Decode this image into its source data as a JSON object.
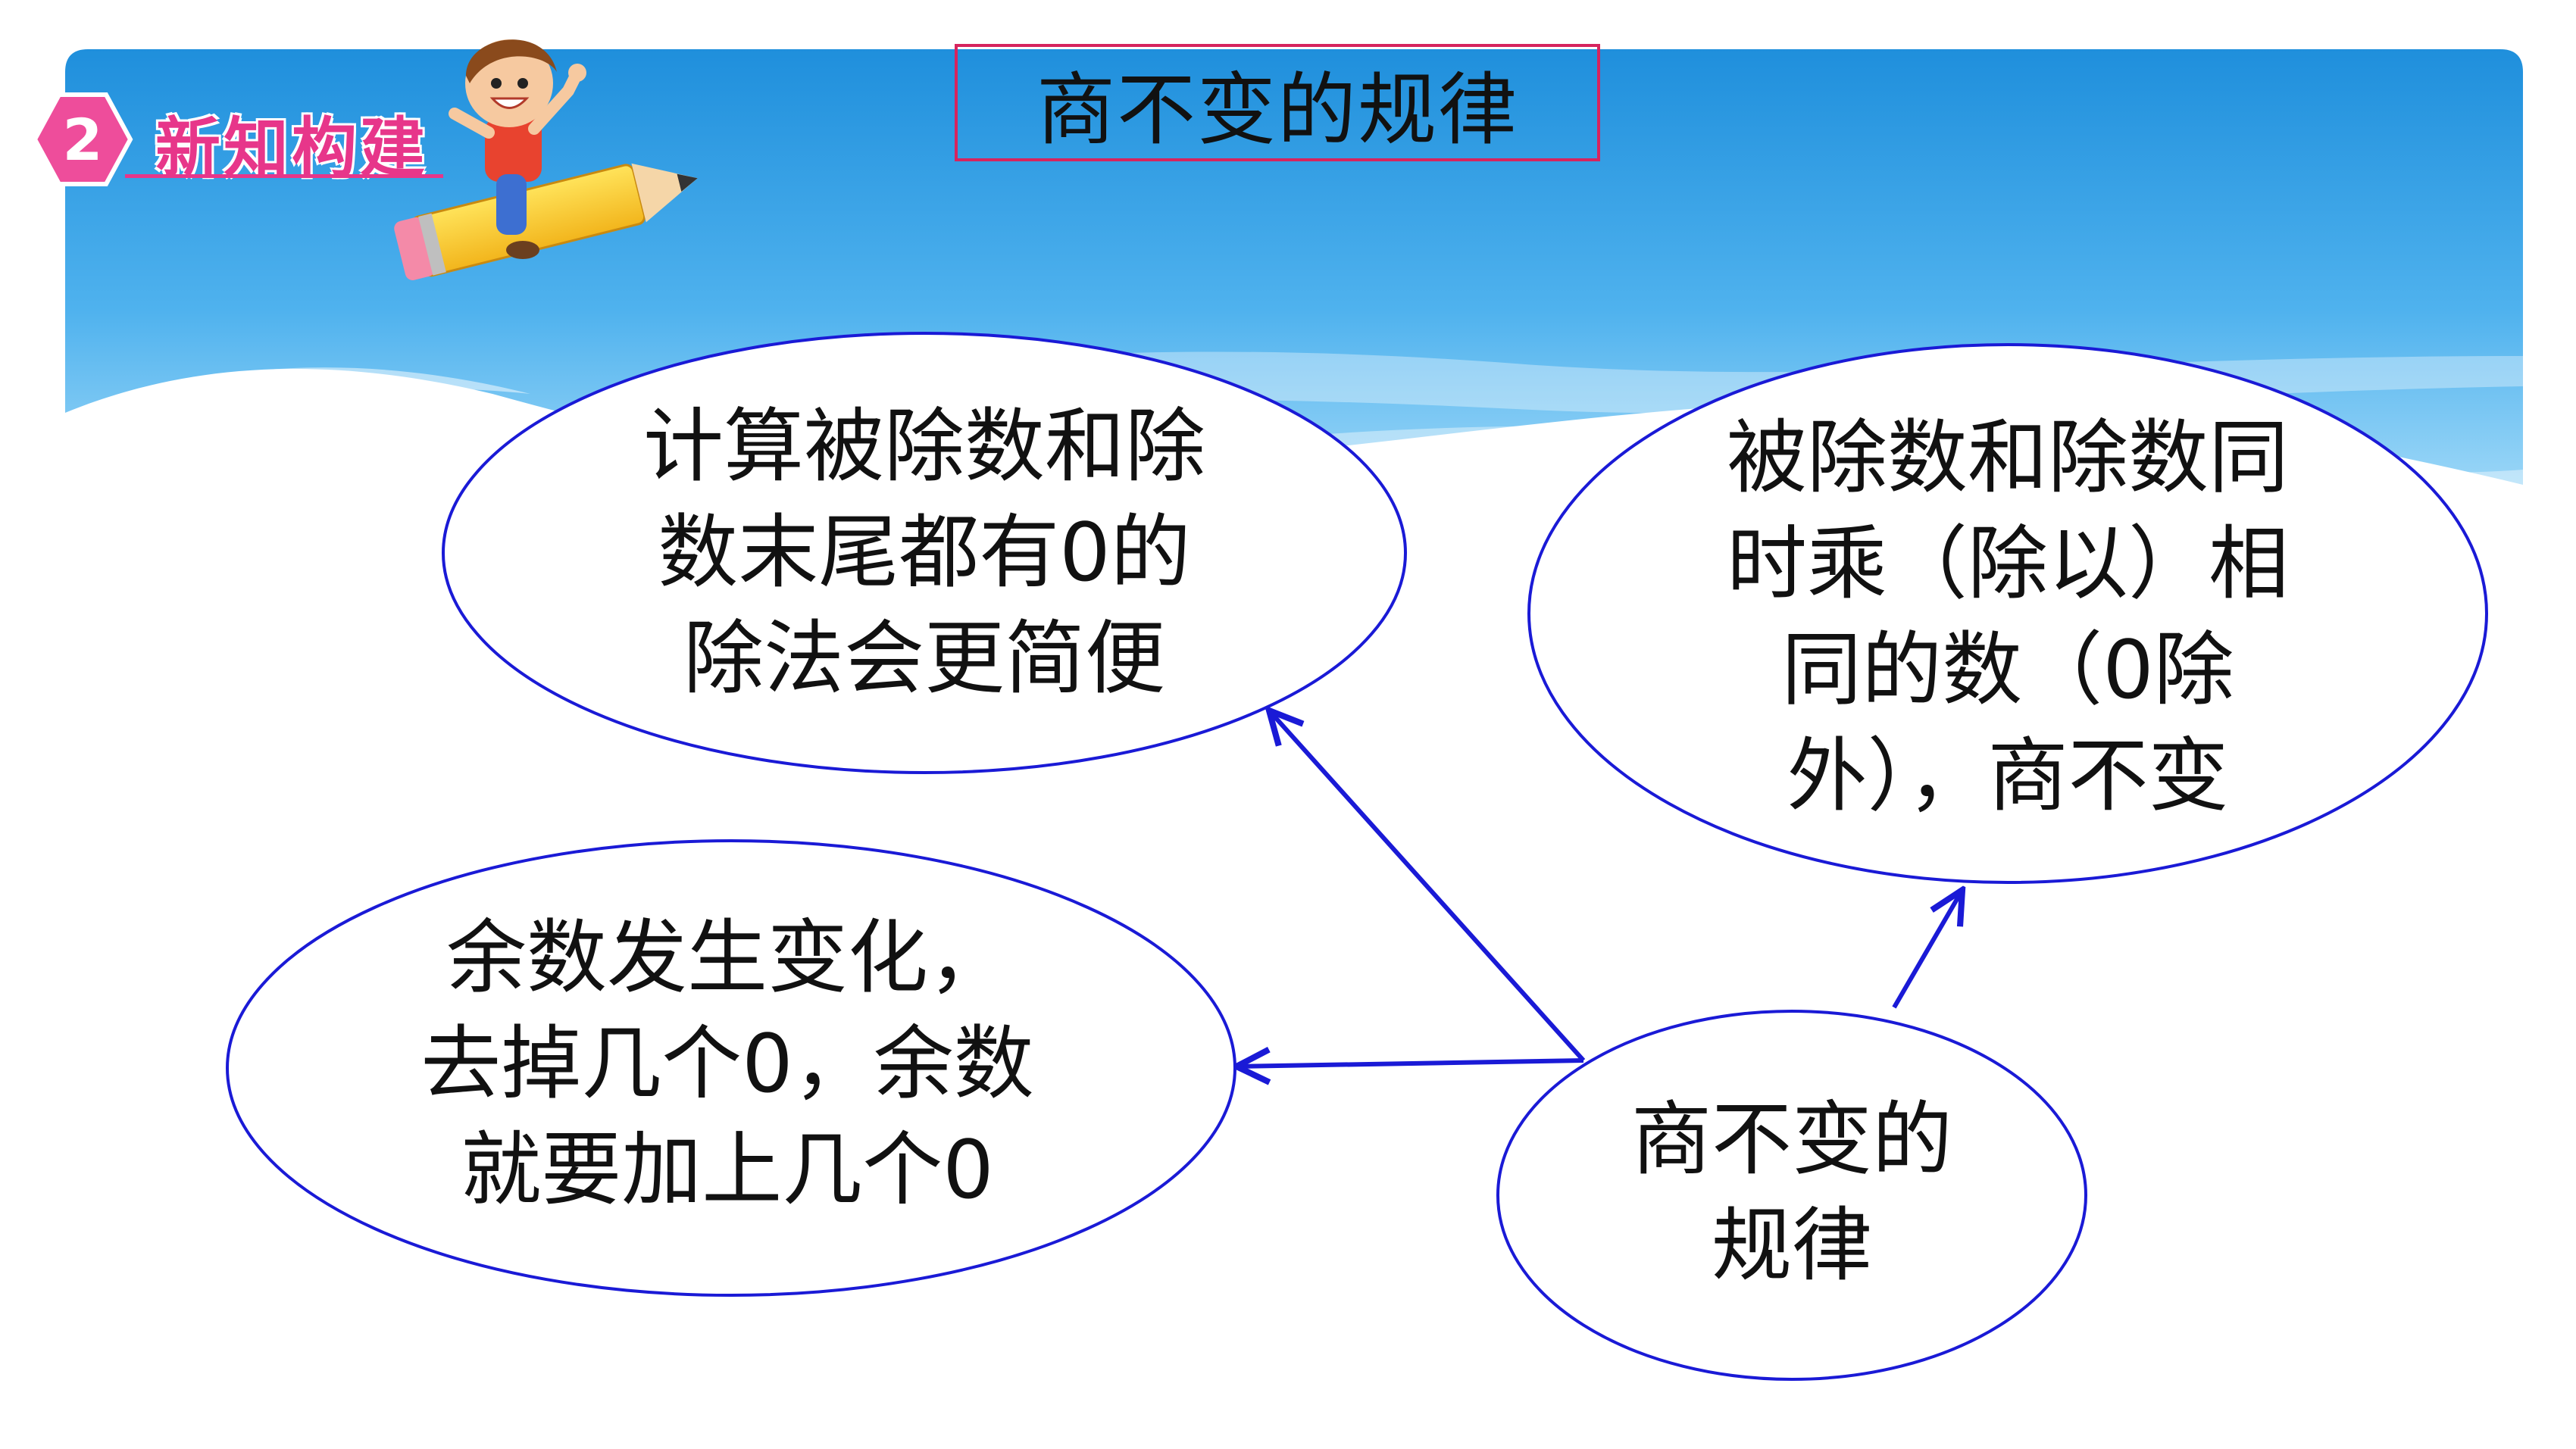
{
  "slide": {
    "title": "商不变的规律",
    "section_number": "2",
    "section_label": "新知构建"
  },
  "concept_map": {
    "center": "商不变的\n规律",
    "nodes": [
      {
        "id": "rule",
        "text": "被除数和除数同\n时乘（除以）相\n同的数（0除\n外），商不变"
      },
      {
        "id": "application",
        "text": "计算被除数和除\n数末尾都有0的\n除法会更简便"
      },
      {
        "id": "remainder",
        "text": "余数发生变化，\n去掉几个0，余数\n就要加上几个0"
      }
    ]
  },
  "colors": {
    "sky_top": "#1f8fdc",
    "sky_bottom": "#8ccdf5",
    "outline": "#1a1ad6",
    "title_border": "#d6245e",
    "section_pink": "#e7368a"
  },
  "icons": [
    "boy-on-pencil-illustration",
    "hexagon-badge"
  ]
}
